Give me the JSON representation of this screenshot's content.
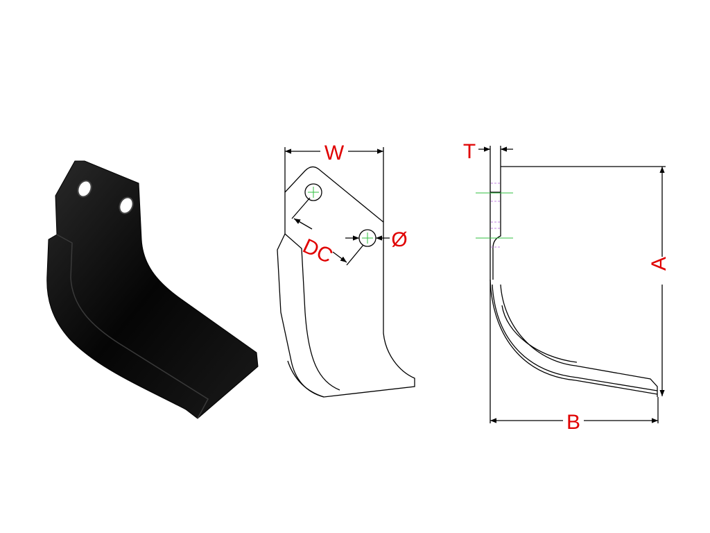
{
  "labels": {
    "width": "W",
    "distance_centers": "DC",
    "diameter": "Ø",
    "thickness": "T",
    "height": "A",
    "length": "B"
  },
  "colors": {
    "label": "#e00000",
    "line": "#000000",
    "centerline": "#2fbf3f",
    "hidden": "#c080e0"
  }
}
